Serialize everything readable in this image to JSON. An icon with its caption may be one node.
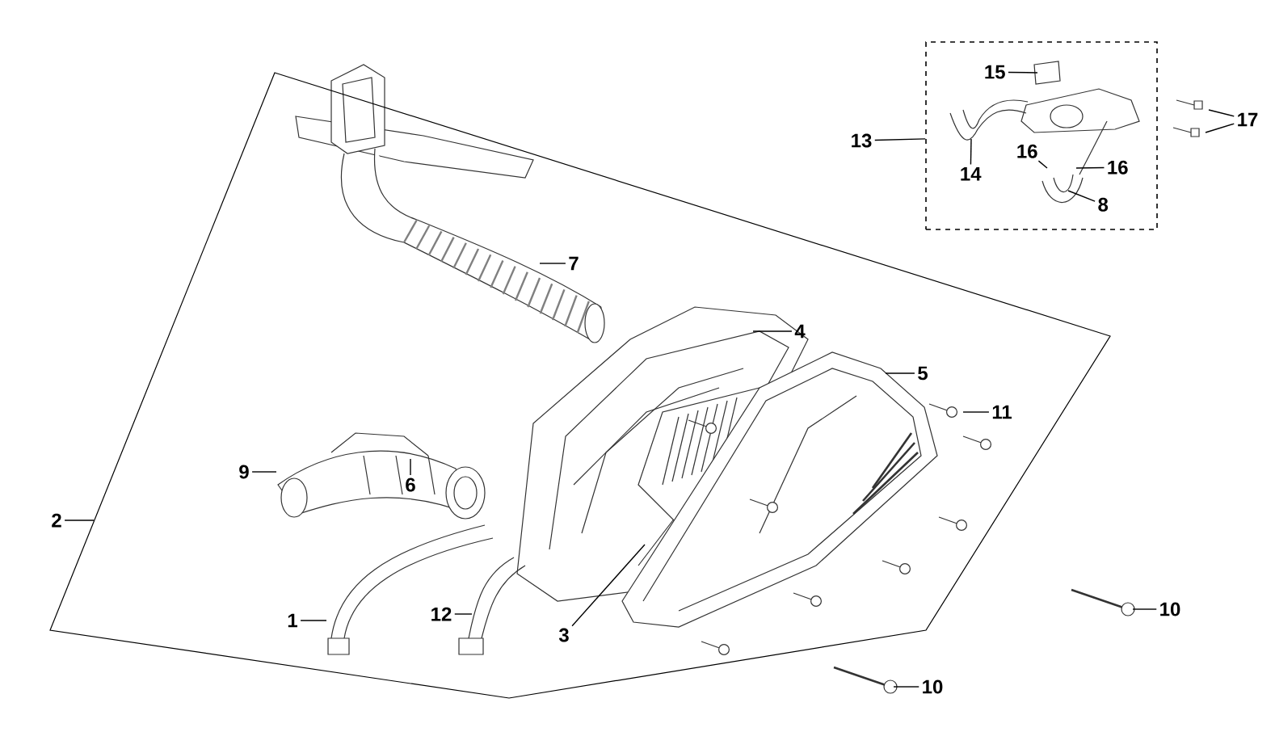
{
  "diagram": {
    "nodes": [
      {
        "text": [],
        "shape": "box"
      },
      {
        "text": [
          "15"
        ],
        "in": 0
      },
      {
        "text": [
          "14"
        ],
        "in": 0
      },
      {
        "text": [
          "16"
        ],
        "in": 0
      },
      {
        "text": [
          "16"
        ],
        "in": 0
      },
      {
        "text": [
          "8"
        ],
        "in": 0
      },
      {
        "text": [
          "17"
        ]
      },
      {
        "text": [
          "13"
        ]
      },
      {
        "text": [
          "7"
        ]
      },
      {
        "text": [
          "4"
        ]
      },
      {
        "text": [
          "5"
        ]
      },
      {
        "text": [
          "11"
        ]
      },
      {
        "text": [
          "9"
        ]
      },
      {
        "text": [
          "6"
        ]
      },
      {
        "text": [
          "2"
        ]
      },
      {
        "text": [
          "10"
        ]
      },
      {
        "text": [
          "1"
        ]
      },
      {
        "text": [
          "12"
        ]
      },
      {
        "text": [
          "3"
        ]
      },
      {
        "text": [
          "10"
        ]
      }
    ],
    "edges": [
      {
        "from": 1,
        "to": null,
        "arrow": "none"
      },
      {
        "from": 2,
        "to": null,
        "arrow": "none"
      },
      {
        "from": 3,
        "to": null,
        "arrow": "none"
      },
      {
        "from": 4,
        "to": null,
        "arrow": "none"
      },
      {
        "from": 5,
        "to": null,
        "arrow": "none"
      },
      {
        "from": 6,
        "to": null,
        "arrow": "none"
      },
      {
        "from": 6,
        "to": null,
        "arrow": "none"
      },
      {
        "from": 7,
        "to": 0,
        "arrow": "none"
      },
      {
        "from": 8,
        "to": null,
        "arrow": "none"
      },
      {
        "from": 9,
        "to": null,
        "arrow": "none"
      },
      {
        "from": 10,
        "to": null,
        "arrow": "none"
      },
      {
        "from": 11,
        "to": null,
        "arrow": "none"
      },
      {
        "from": 12,
        "to": null,
        "arrow": "none"
      },
      {
        "from": 13,
        "to": null,
        "arrow": "none"
      },
      {
        "from": 14,
        "to": null,
        "arrow": "none"
      },
      {
        "from": 15,
        "to": null,
        "arrow": "none"
      },
      {
        "from": 16,
        "to": null,
        "arrow": "none"
      },
      {
        "from": 17,
        "to": null,
        "arrow": "none"
      },
      {
        "from": 18,
        "to": null,
        "arrow": "none"
      },
      {
        "from": 19,
        "to": null,
        "arrow": "none"
      }
    ]
  }
}
